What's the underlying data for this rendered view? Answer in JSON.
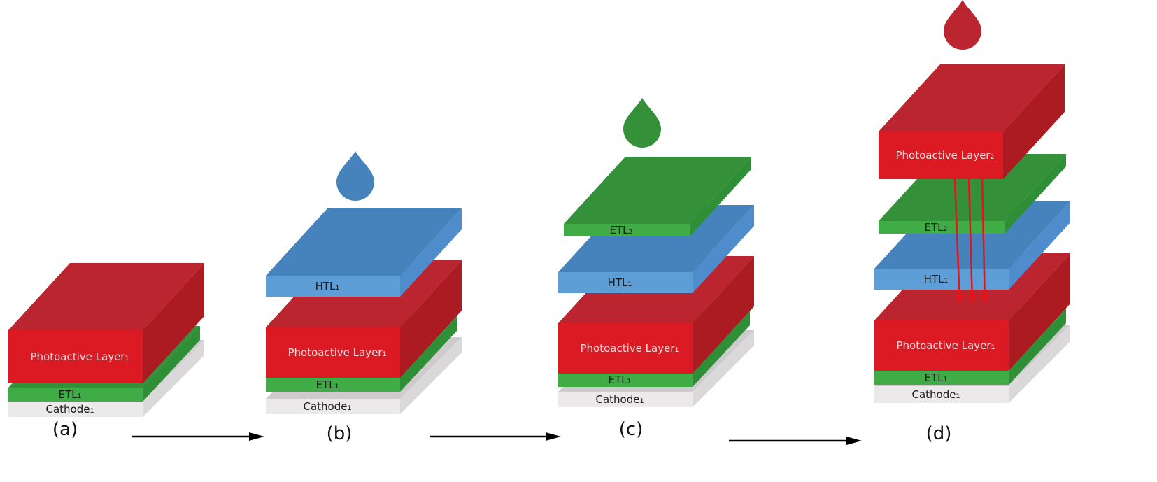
{
  "colors": {
    "red_front": "#dc1a24",
    "red_top": "#bb2530",
    "red_side": "#ad1b22",
    "green_front": "#3fac45",
    "green_top": "#35903a",
    "green_side": "#2f8f37",
    "blue_front": "#5e9ed6",
    "blue_top": "#4683bd",
    "blue_side": "#4f8ccc",
    "cathode_front": "#ebe9e9",
    "cathode_top": "#cdcbcb",
    "cathode_side": "#dad8d8",
    "arrow": "#000000",
    "transfer_arrow": "#e2141c",
    "label_dark": "#1b1b1b",
    "label_light": "#f3dede"
  },
  "steps": [
    {
      "id": "a",
      "label": "(a)",
      "droplet": null,
      "layers": [
        {
          "name": "Cathode1",
          "text": "Cathode₁",
          "kind": "cathode"
        },
        {
          "name": "ETL1",
          "text": "ETL₁",
          "kind": "green"
        },
        {
          "name": "Photoactive Layer1",
          "text": "Photoactive Layer₁",
          "kind": "red"
        }
      ]
    },
    {
      "id": "b",
      "label": "(b)",
      "droplet": "blue",
      "layers": [
        {
          "name": "Cathode1",
          "text": "Cathode₁",
          "kind": "cathode"
        },
        {
          "name": "ETL1",
          "text": "ETL₁",
          "kind": "green"
        },
        {
          "name": "Photoactive Layer1",
          "text": "Photoactive Layer₁",
          "kind": "red"
        },
        {
          "name": "HTL1",
          "text": "HTL₁",
          "kind": "blue"
        }
      ]
    },
    {
      "id": "c",
      "label": "(c)",
      "droplet": "green",
      "layers": [
        {
          "name": "Cathode1",
          "text": "Cathode₁",
          "kind": "cathode"
        },
        {
          "name": "ETL1",
          "text": "ETL₁",
          "kind": "green"
        },
        {
          "name": "Photoactive Layer1",
          "text": "Photoactive Layer₁",
          "kind": "red"
        },
        {
          "name": "HTL1",
          "text": "HTL₁",
          "kind": "blue"
        },
        {
          "name": "ETL2",
          "text": "ETL₂",
          "kind": "green"
        }
      ]
    },
    {
      "id": "d",
      "label": "(d)",
      "droplet": "red",
      "layers": [
        {
          "name": "Cathode1",
          "text": "Cathode₁",
          "kind": "cathode"
        },
        {
          "name": "ETL1",
          "text": "ETL₁",
          "kind": "green"
        },
        {
          "name": "Photoactive Layer1",
          "text": "Photoactive Layer₁",
          "kind": "red"
        },
        {
          "name": "HTL1",
          "text": "HTL₁",
          "kind": "blue"
        },
        {
          "name": "ETL2",
          "text": "ETL₂",
          "kind": "green"
        },
        {
          "name": "Photoactive Layer2",
          "text": "Photoactive Layer₂",
          "kind": "red"
        }
      ],
      "transfer_arrows": 3
    }
  ],
  "process_arrows": [
    {
      "from": "a",
      "to": "b"
    },
    {
      "from": "b",
      "to": "c"
    },
    {
      "from": "c",
      "to": "d"
    }
  ]
}
